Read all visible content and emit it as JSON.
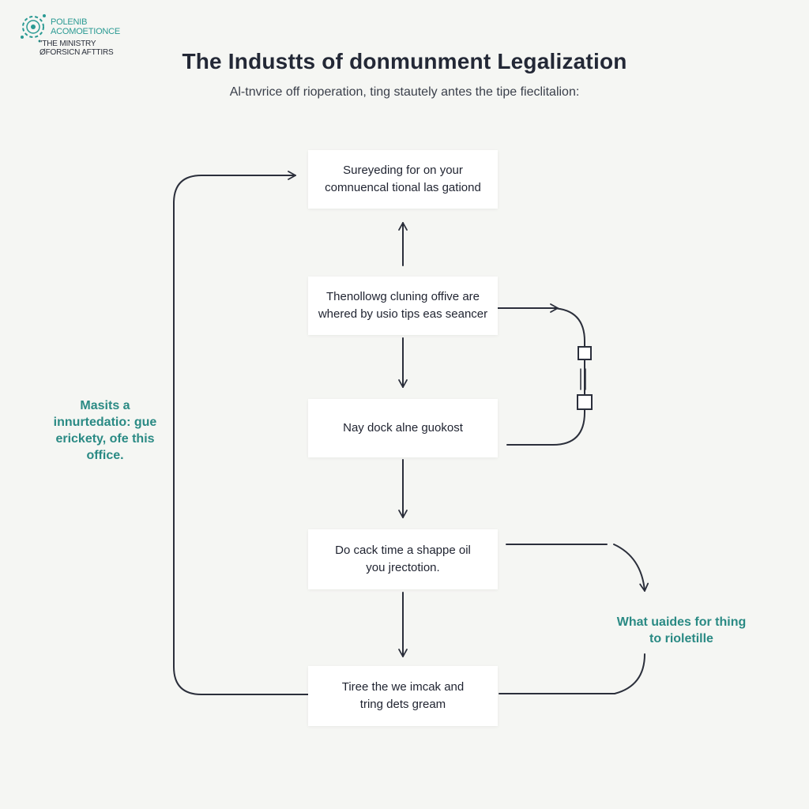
{
  "logo": {
    "line1": "POLENIB",
    "line2": "ACOMOETIONCE",
    "line3": "\"THE MINISTRY",
    "line4": "ØFORSICN AFTTIRS"
  },
  "title": "The Industts of donmunment Legalization",
  "subtitle": "Al-tnvrice off rioperation, ting stautely antes the tipe fieclitalion:",
  "steps": [
    {
      "line1": "Sureyeding for on your",
      "line2": "comnuencal tional las gationd"
    },
    {
      "line1": "Thenollowg cluning offive are",
      "line2": "whered by usio tips eas seancer"
    },
    {
      "line1": "Nay dock alne guokost",
      "line2": ""
    },
    {
      "line1": "Do cack time a shappe oil",
      "line2": "you jrectotion."
    },
    {
      "line1": "Tiree the we imcak and",
      "line2": "tring dets gream"
    }
  ],
  "notes": {
    "left": {
      "line1": "Masits a",
      "line2": "innurtedatio: gue",
      "line3": "erickety, ofe this",
      "line4": "office."
    },
    "right": {
      "line1": "What uaides for thing",
      "line2": "to rioletille"
    }
  },
  "colors": {
    "accent": "#2a8a84",
    "line": "#2b2f3b",
    "background": "#f5f6f3"
  }
}
